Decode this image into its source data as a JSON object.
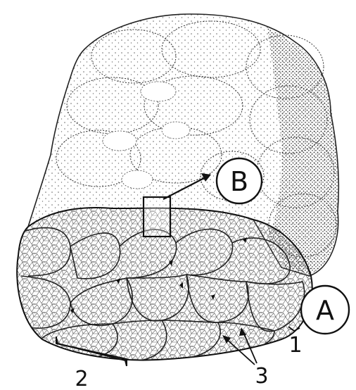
{
  "figure": {
    "labels": {
      "A": "A",
      "B": "B",
      "one": "1",
      "two": "2",
      "three": "3"
    },
    "colors": {
      "ink": "#111111",
      "paper": "#ffffff",
      "stipple": "#555555"
    }
  }
}
